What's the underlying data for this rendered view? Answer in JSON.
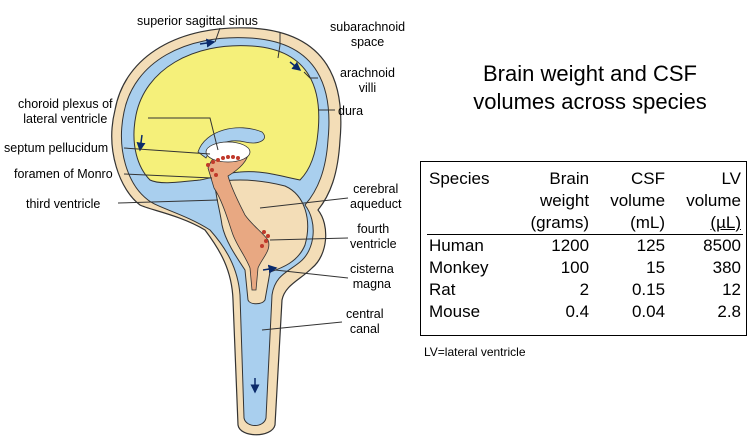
{
  "diagram": {
    "labels": {
      "superior_sagittal_sinus": "superior sagittal sinus",
      "subarachnoid_space": [
        "subarachnoid",
        "space"
      ],
      "arachnoid_villi": [
        "arachnoid",
        "villi"
      ],
      "dura": "dura",
      "choroid_plexus": [
        "choroid plexus of",
        "lateral ventricle"
      ],
      "septum_pellucidum": "septum pellucidum",
      "foramen_of_monro": "foramen of Monro",
      "third_ventricle": "third ventricle",
      "cerebral_aqueduct": [
        "cerebral",
        "aqueduct"
      ],
      "fourth_ventricle": [
        "fourth",
        "ventricle"
      ],
      "cisterna_magna": [
        "cisterna",
        "magna"
      ],
      "central_canal": [
        "central",
        "canal"
      ]
    },
    "colors": {
      "dura": "#f3ddb7",
      "csf": "#a9cfee",
      "brain": "#f5f07a",
      "ventricle_tissue": "#e8a882",
      "choroid": "#c0392b"
    }
  },
  "title": [
    "Brain weight and CSF",
    "volumes across species"
  ],
  "table": {
    "headers": [
      [
        "Species"
      ],
      [
        "Brain",
        "weight",
        "(grams)"
      ],
      [
        "CSF",
        "volume",
        "(mL)"
      ],
      [
        "LV",
        "volume",
        "(µL)"
      ]
    ],
    "rows": [
      [
        "Human",
        "1200",
        "125",
        "8500"
      ],
      [
        "Monkey",
        "100",
        "15",
        "380"
      ],
      [
        "Rat",
        "2",
        "0.15",
        "12"
      ],
      [
        "Mouse",
        "0.4",
        "0.04",
        "2.8"
      ]
    ]
  },
  "footnote": "LV=lateral ventricle"
}
